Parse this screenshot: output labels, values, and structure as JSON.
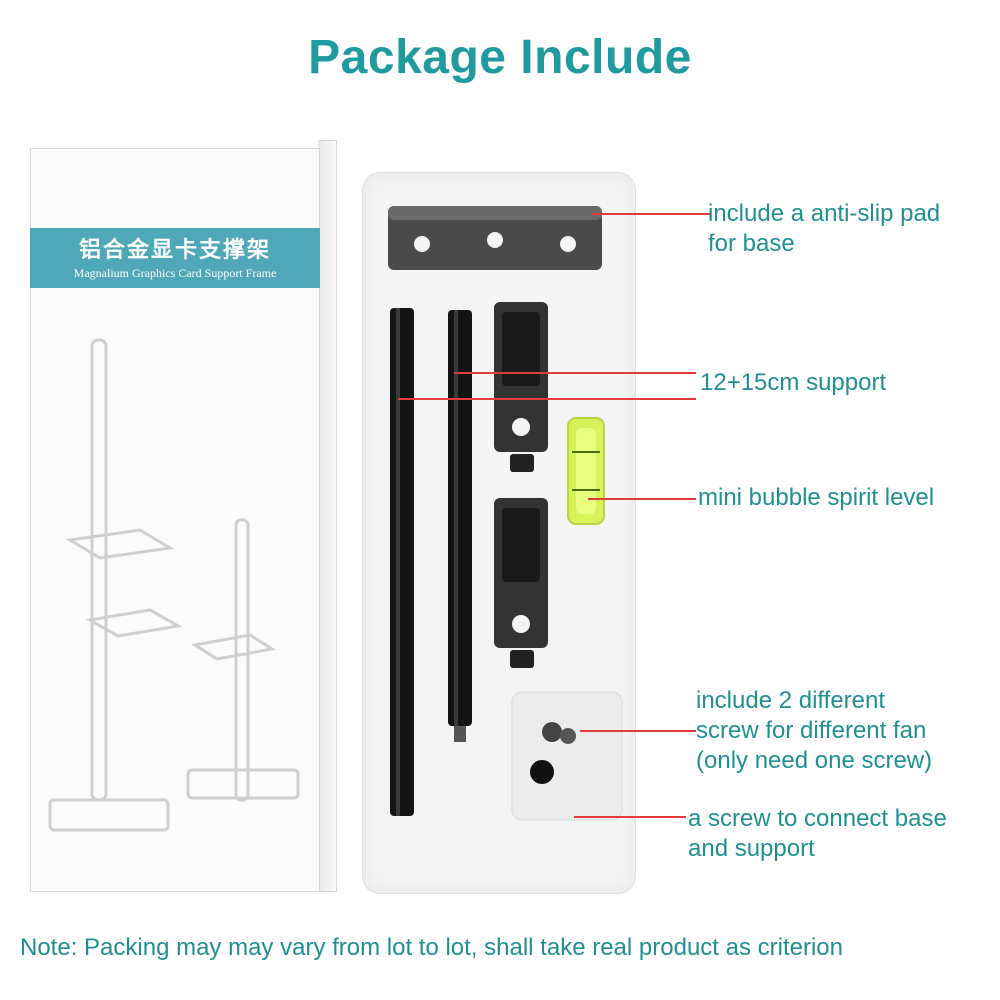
{
  "title": "Package Include",
  "box": {
    "title_cn": "铝合金显卡支撑架",
    "title_en": "Magnalium Graphics Card Support Frame"
  },
  "labels": [
    {
      "lines": [
        "include a anti-slip pad",
        "for base"
      ]
    },
    {
      "lines": [
        "12+15cm support"
      ]
    },
    {
      "lines": [
        "mini bubble spirit level"
      ]
    },
    {
      "lines": [
        "include 2 different",
        "screw for different fan",
        "(only need one screw)"
      ]
    },
    {
      "lines": [
        "a screw to connect base",
        "and support"
      ]
    }
  ],
  "note": "Note: Packing may may vary from lot to lot, shall take real product as criterion",
  "colors": {
    "title": "#1f9a9e",
    "label": "#1f8f94",
    "leader": "#e23b3b",
    "band": "#4fa8b8"
  }
}
